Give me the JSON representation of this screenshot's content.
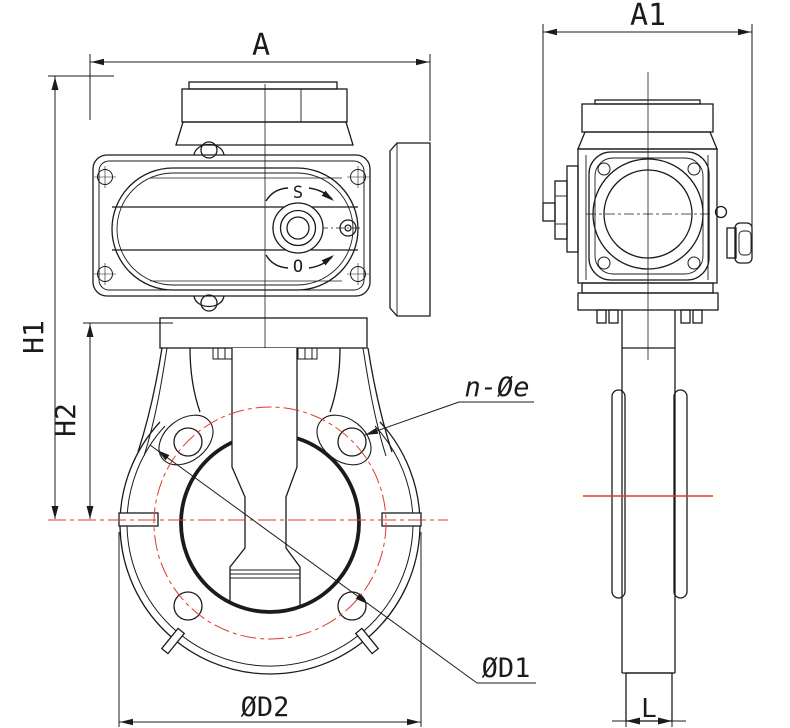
{
  "colors": {
    "line": "#1b1b1b",
    "centerline_red": "#e03a2c",
    "background": "#ffffff"
  },
  "labels": {
    "dim_a": "A",
    "dim_a1": "A1",
    "dim_h1": "H1",
    "dim_h2": "H2",
    "dim_n_oe": "n-Øe",
    "dim_od1": "ØD1",
    "dim_od2": "ØD2",
    "dim_l": "L",
    "marking_s": "S",
    "marking_o": "O"
  }
}
